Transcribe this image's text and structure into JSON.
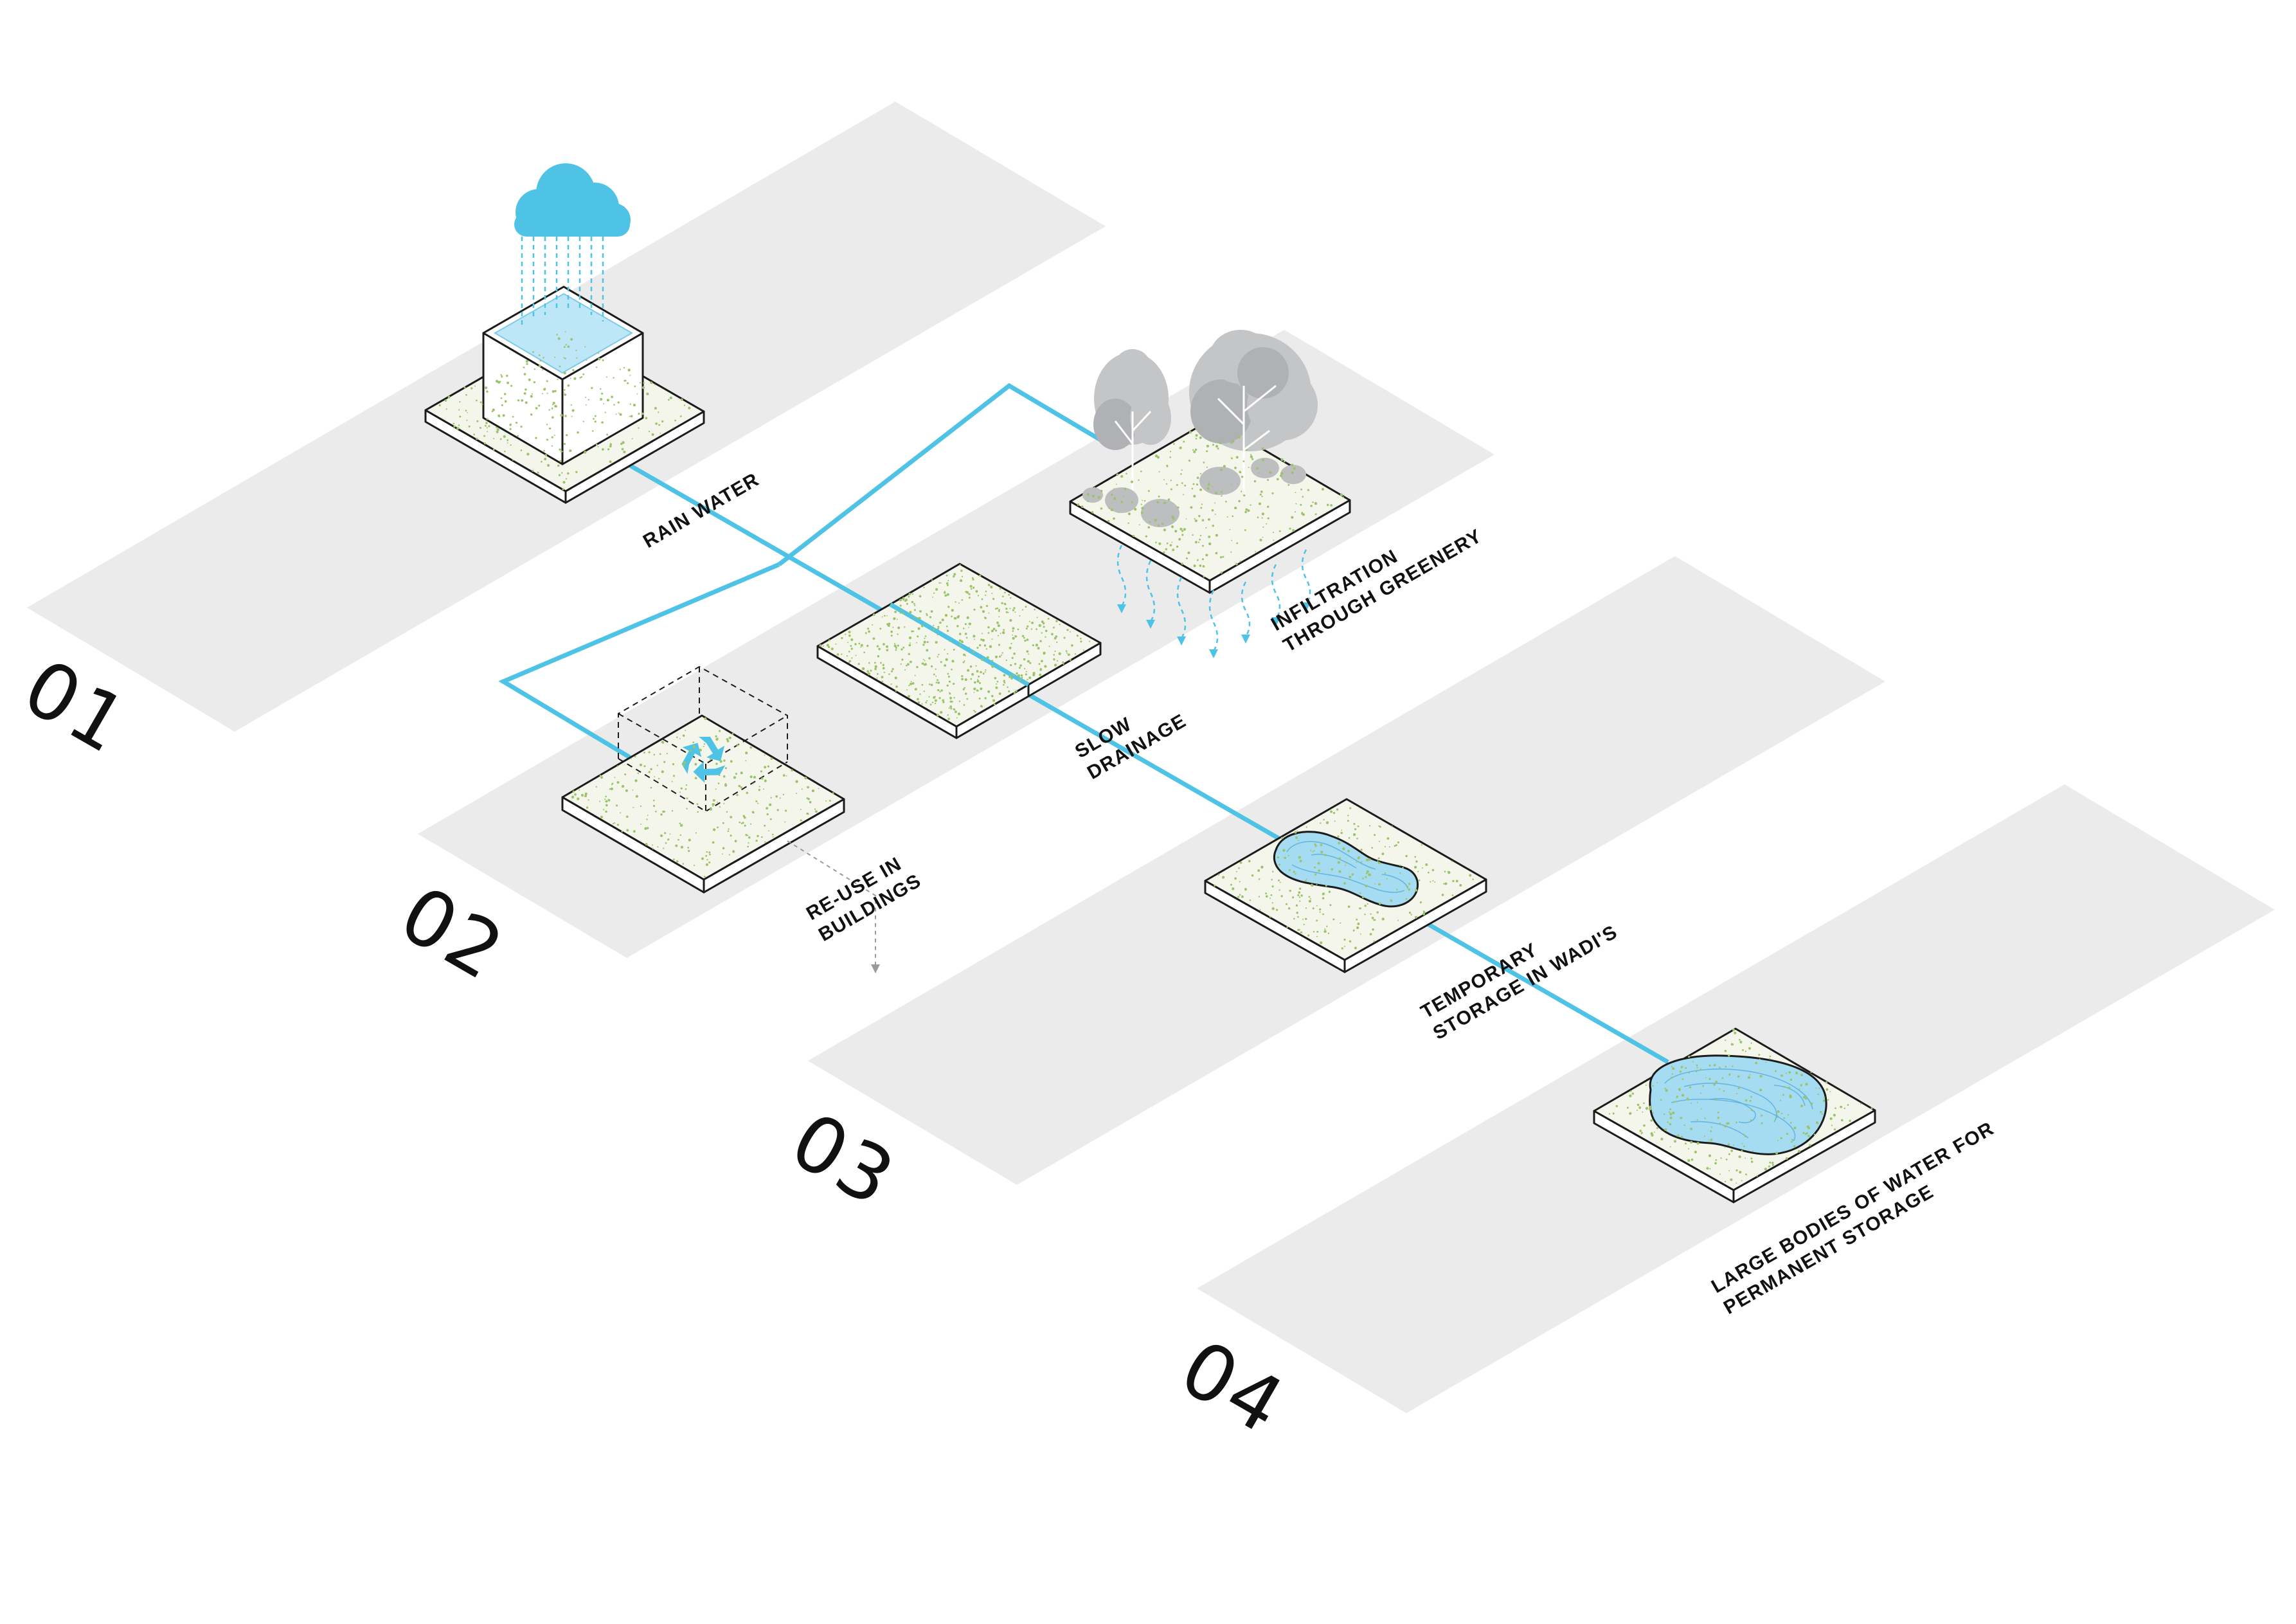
{
  "stages": [
    {
      "number": "01",
      "caption_lines": [
        "RAIN WATER"
      ]
    },
    {
      "number": "02",
      "caption_lines": [
        "RE-USE IN",
        "BUILDINGS"
      ]
    },
    {
      "number": "03",
      "caption_lines": [
        "TEMPORARY",
        "STORAGE IN WADI'S"
      ]
    },
    {
      "number": "04",
      "caption_lines": [
        "LARGE BODIES OF WATER FOR",
        "PERMANENT STORAGE"
      ]
    }
  ],
  "annotations": {
    "infiltration": [
      "INFILTRATION",
      "THROUGH GREENERY"
    ],
    "slow_drainage": [
      "SLOW",
      "DRAINAGE"
    ]
  },
  "icons": [
    "rain-cloud-icon",
    "recycle-icon",
    "tree-icon"
  ],
  "colors": {
    "water": "#4ec3e6",
    "band": "#ebebec",
    "pond": "#a6dcf2",
    "greenery_speck": "#9cc36a"
  }
}
